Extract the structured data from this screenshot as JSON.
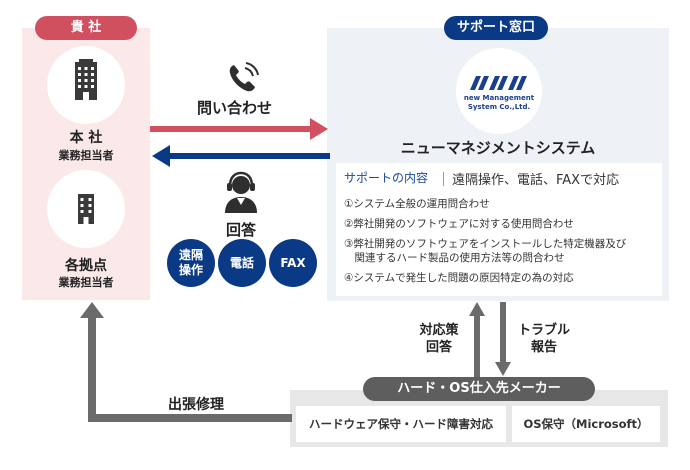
{
  "left_panel": {
    "label": "貴 社",
    "hq_title": "本 社",
    "hq_sub": "業務担当者",
    "branch_title": "各拠点",
    "branch_sub": "業務担当者"
  },
  "right_panel": {
    "label": "サポート窓口",
    "logo_line1": "new Management",
    "logo_line2": "System Co.,Ltd.",
    "company_name": "ニューマネジメントシステム",
    "support_header": "サポートの内容",
    "support_title": "遠隔操作、電話、FAXで対応",
    "items": [
      "①システム全般の運用問合わせ",
      "②弊社開発のソフトウェアに対する使用問合わせ",
      "③弊社開発のソフトウェアをインストールした特定機器及び",
      "　関連するハード製品の使用方法等の問合わせ",
      "④システムで発生した問題の原因特定の為の対応"
    ]
  },
  "arrows": {
    "inquiry": "問い合わせ",
    "answer": "回答",
    "trip_repair": "出張修理",
    "countermeasure_line1": "対応策",
    "countermeasure_line2": "回答",
    "trouble_line1": "トラブル",
    "trouble_line2": "報告"
  },
  "channels": [
    {
      "line1": "遠隔",
      "line2": "操作"
    },
    {
      "line1": "電話",
      "line2": ""
    },
    {
      "line1": "FAX",
      "line2": ""
    }
  ],
  "vendor": {
    "label": "ハード・OS仕入先メーカー",
    "box1": "ハードウェア保守・ハード障害対応",
    "box2": "OS保守（Microsoft）"
  },
  "colors": {
    "red": "#d05060",
    "navy": "#0a3a86",
    "grey": "#6b6b6b"
  }
}
